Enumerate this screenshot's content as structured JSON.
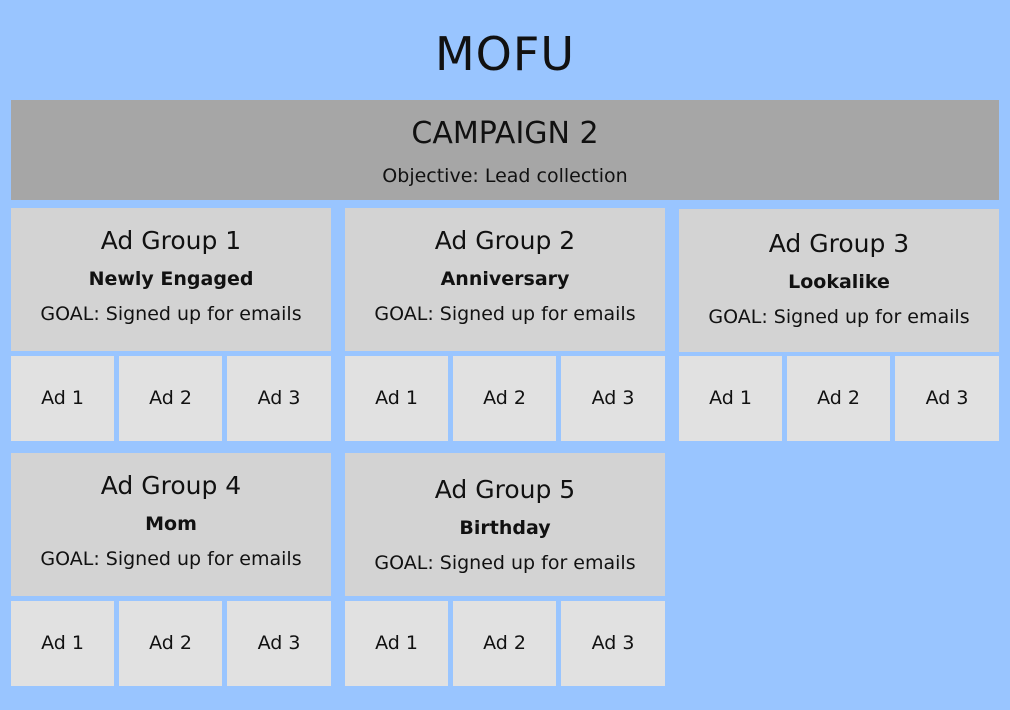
{
  "title": "MOFU",
  "campaign": {
    "name": "CAMPAIGN 2",
    "objective": "Objective: Lead collection"
  },
  "ad_groups": [
    {
      "name": "Ad Group 1",
      "audience": "Newly Engaged",
      "goal": "GOAL: Signed up for emails",
      "ads": [
        "Ad 1",
        "Ad 2",
        "Ad 3"
      ]
    },
    {
      "name": "Ad Group 2",
      "audience": "Anniversary",
      "goal": "GOAL: Signed up for emails",
      "ads": [
        "Ad 1",
        "Ad 2",
        "Ad 3"
      ]
    },
    {
      "name": "Ad Group 3",
      "audience": "Lookalike",
      "goal": "GOAL: Signed up for emails",
      "ads": [
        "Ad 1",
        "Ad 2",
        "Ad 3"
      ]
    },
    {
      "name": "Ad Group 4",
      "audience": "Mom",
      "goal": "GOAL: Signed up for emails",
      "ads": [
        "Ad 1",
        "Ad 2",
        "Ad 3"
      ]
    },
    {
      "name": "Ad Group 5",
      "audience": "Birthday",
      "goal": "GOAL: Signed up for emails",
      "ads": [
        "Ad 1",
        "Ad 2",
        "Ad 3"
      ]
    }
  ],
  "colors": {
    "background": "#99c5ff",
    "campaign": "#a6a6a6",
    "ad_group_header": "#d3d3d3",
    "ad_box": "#e1e1e1"
  }
}
